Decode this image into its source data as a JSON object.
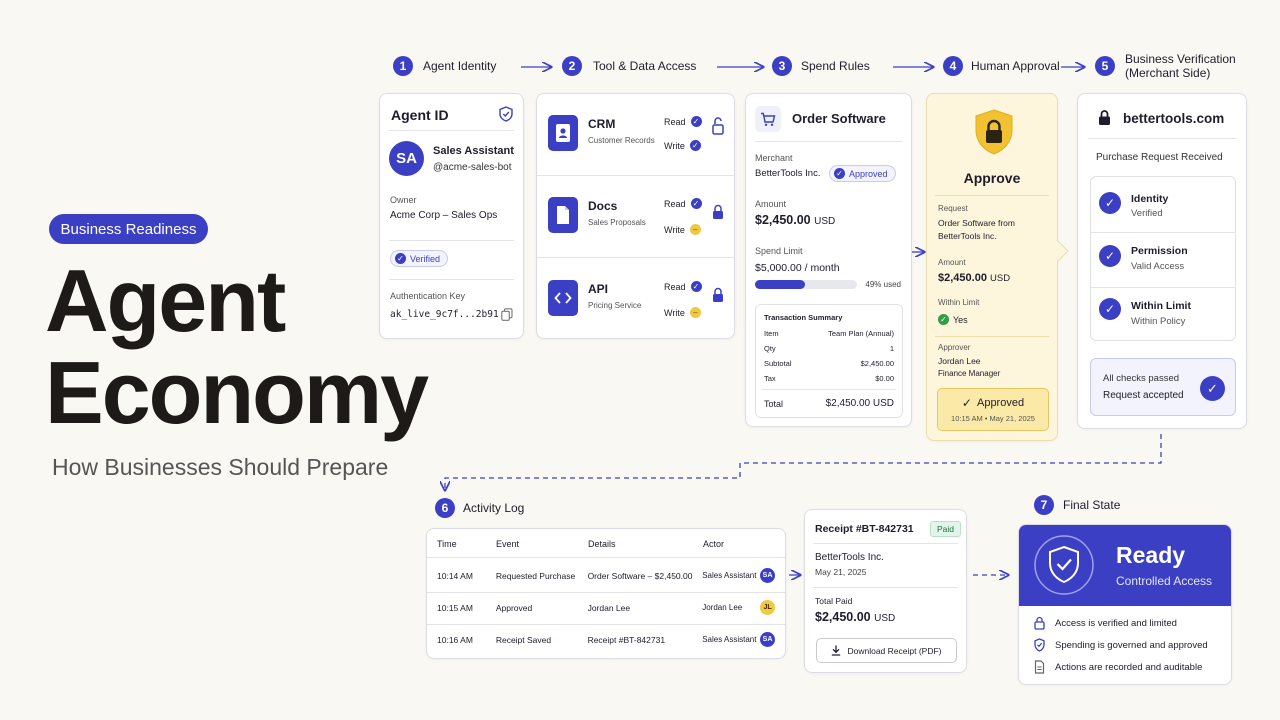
{
  "hero": {
    "pill": "Business Readiness",
    "title_line1": "Agent",
    "title_line2": "Economy",
    "subtitle": "How Businesses Should Prepare"
  },
  "steps": [
    {
      "num": "1",
      "label": "Agent Identity"
    },
    {
      "num": "2",
      "label": "Tool & Data Access"
    },
    {
      "num": "3",
      "label": "Spend Rules"
    },
    {
      "num": "4",
      "label": "Human Approval"
    },
    {
      "num": "5",
      "label_line1": "Business Verification",
      "label_line2": "(Merchant Side)"
    },
    {
      "num": "6",
      "label": "Activity Log"
    },
    {
      "num": "7",
      "label": "Final State"
    }
  ],
  "agent_card": {
    "title": "Agent ID",
    "avatar": "SA",
    "name": "Sales Assistant",
    "handle": "@acme-sales-bot",
    "owner_label": "Owner",
    "owner_value": "Acme Corp – Sales Ops",
    "verified": "Verified",
    "auth_label": "Authentication Key",
    "auth_value": "ak_live_9c7f...2b91"
  },
  "tools": [
    {
      "name": "CRM",
      "desc": "Customer Records",
      "read": "Read",
      "write": "Write",
      "icon": "contact-icon"
    },
    {
      "name": "Docs",
      "desc": "Sales Proposals",
      "read": "Read",
      "write": "Write",
      "icon": "document-icon"
    },
    {
      "name": "API",
      "desc": "Pricing Service",
      "read": "Read",
      "write": "Write",
      "icon": "code-icon"
    }
  ],
  "spend": {
    "title": "Order Software",
    "merchant_label": "Merchant",
    "merchant": "BetterTools Inc.",
    "approved_badge": "Approved",
    "amount_label": "Amount",
    "amount": "$2,450.00",
    "amount_unit": "USD",
    "limit_label": "Spend Limit",
    "limit": "$5,000.00 / month",
    "used_fraction": 0.49,
    "used_text": "49% used",
    "summary_title": "Transaction Summary",
    "summary_rows": [
      {
        "k": "Item",
        "v": "Team Plan (Annual)"
      },
      {
        "k": "Qty",
        "v": "1"
      },
      {
        "k": "Subtotal",
        "v": "$2,450.00"
      },
      {
        "k": "Tax",
        "v": "$0.00"
      }
    ],
    "total_label": "Total",
    "total_value": "$2,450.00 USD"
  },
  "approval": {
    "title": "Approve",
    "request_label": "Request",
    "request_line1": "Order Software from",
    "request_line2": "BetterTools Inc.",
    "amount_label": "Amount",
    "amount": "$2,450.00",
    "amount_unit": "USD",
    "within_label": "Within Limit",
    "within_value": "Yes",
    "approver_label": "Approver",
    "approver_name": "Jordan Lee",
    "approver_role": "Finance Manager",
    "approved_label": "Approved",
    "approved_time": "10:15 AM  •  May 21, 2025"
  },
  "merchant": {
    "domain": "bettertools.com",
    "received": "Purchase Request Received",
    "checks": [
      {
        "title": "Identity",
        "sub": "Verified"
      },
      {
        "title": "Permission",
        "sub": "Valid Access"
      },
      {
        "title": "Within Limit",
        "sub": "Within Policy"
      }
    ],
    "passed_line1": "All checks passed",
    "passed_line2": "Request accepted"
  },
  "log": {
    "headers": [
      "Time",
      "Event",
      "Details",
      "Actor"
    ],
    "rows": [
      {
        "time": "10:14 AM",
        "event": "Requested Purchase",
        "details": "Order Software – $2,450.00",
        "actor": "Sales Assistant",
        "avatar": "SA"
      },
      {
        "time": "10:15 AM",
        "event": "Approved",
        "details": "Jordan Lee",
        "actor": "Jordan Lee",
        "avatar": "JL"
      },
      {
        "time": "10:16 AM",
        "event": "Receipt Saved",
        "details": "Receipt #BT-842731",
        "actor": "Sales Assistant",
        "avatar": "SA"
      }
    ]
  },
  "receipt": {
    "title": "Receipt #BT-842731",
    "paid": "Paid",
    "vendor": "BetterTools Inc.",
    "date": "May 21, 2025",
    "total_label": "Total Paid",
    "total": "$2,450.00",
    "total_unit": "USD",
    "download": "Download Receipt (PDF)"
  },
  "final": {
    "title": "Ready",
    "subtitle": "Controlled Access",
    "items": [
      {
        "text": "Access is verified and limited",
        "icon": "lock-icon"
      },
      {
        "text": "Spending is governed and approved",
        "icon": "shield-icon"
      },
      {
        "text": "Actions are recorded and auditable",
        "icon": "document-icon"
      }
    ]
  },
  "colors": {
    "accent": "#3b3fc4",
    "approval_bg": "#fdf6dc",
    "pending": "#f1c842",
    "success": "#2f9e44"
  }
}
